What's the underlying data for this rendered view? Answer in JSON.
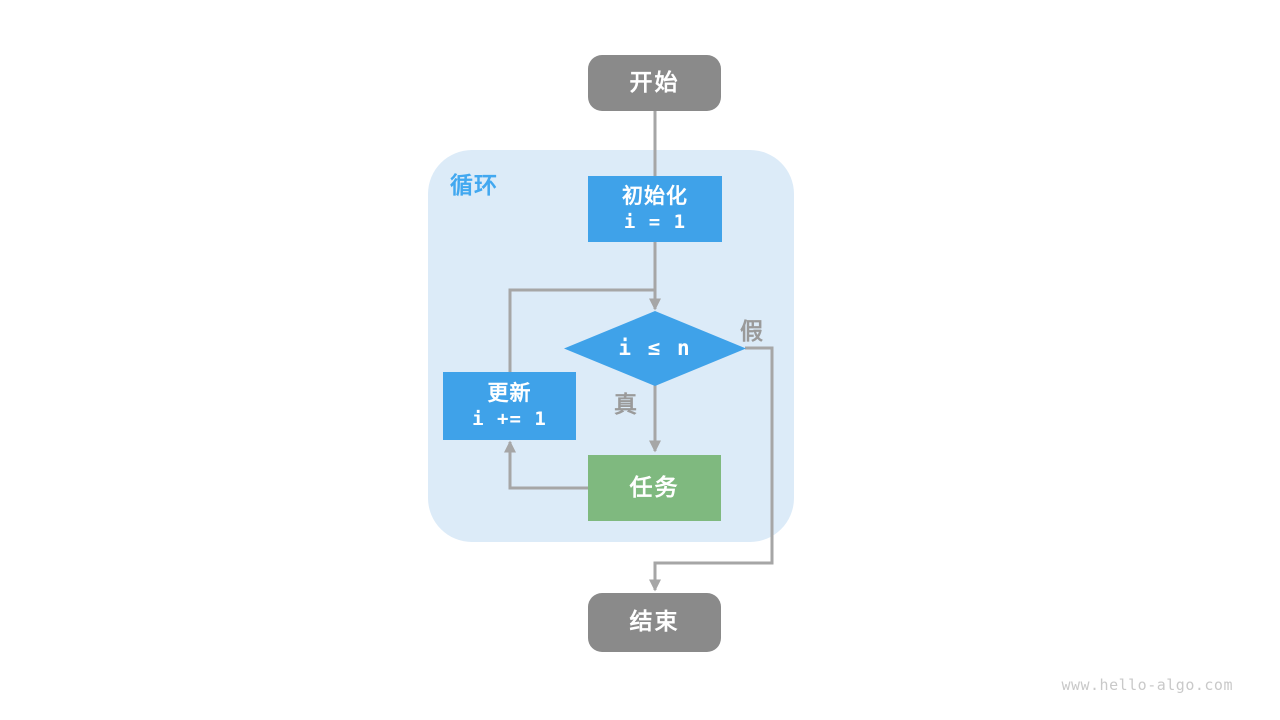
{
  "colors": {
    "canvas-bg": "#ffffff",
    "node-blue": "#3fa2e9",
    "node-green": "#7fb97f",
    "node-gray": "#8a8a8a",
    "node-text": "#ffffff",
    "loop-bg": "#dcebf8",
    "loop-label": "#42a8f0",
    "edge-gray": "#a6a6a6",
    "branch-label": "#9a9a9a",
    "watermark": "#c9c9c9"
  },
  "diagram": {
    "loop_region_label": "循环",
    "nodes": {
      "start": {
        "label": "开始"
      },
      "init": {
        "label": "初始化",
        "code": "i = 1"
      },
      "condition": {
        "code": "i ≤ n"
      },
      "update": {
        "label": "更新",
        "code": "i += 1"
      },
      "task": {
        "label": "任务"
      },
      "end": {
        "label": "结束"
      }
    },
    "branches": {
      "true_label": "真",
      "false_label": "假"
    }
  },
  "footer": {
    "watermark": "www.hello-algo.com"
  }
}
